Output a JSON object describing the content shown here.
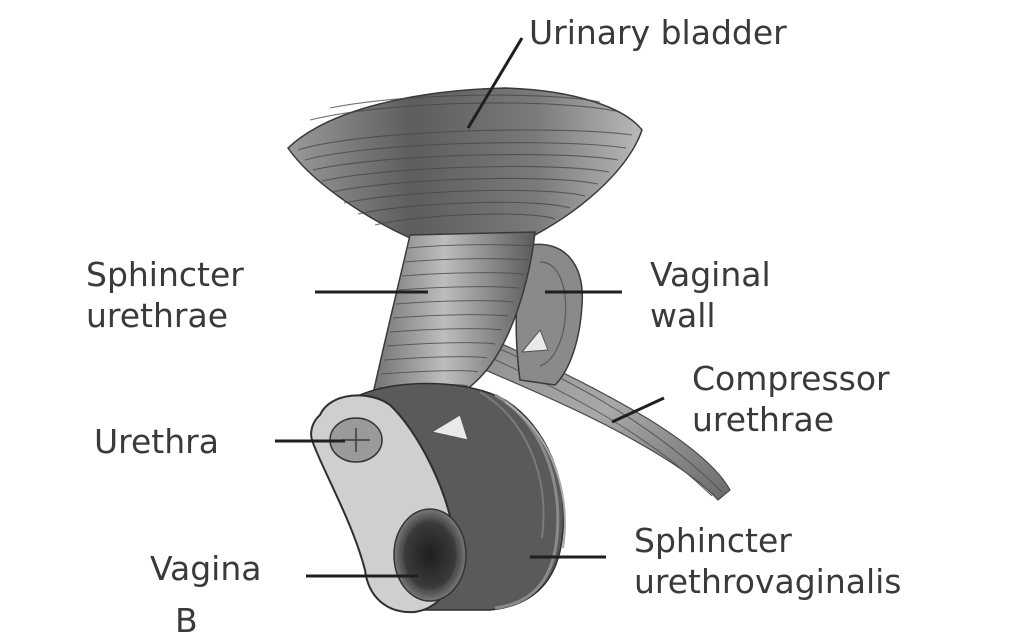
{
  "labels": {
    "urinary_bladder": "Urinary bladder",
    "sphincter_urethrae": [
      "Sphincter",
      "urethrae"
    ],
    "vaginal_wall": [
      "Vaginal",
      "wall"
    ],
    "compressor_urethrae": [
      "Compressor",
      "urethrae"
    ],
    "urethra": "Urethra",
    "vagina": "Vagina",
    "sphincter_urethrovaginalis": [
      "Sphincter",
      "urethrovaginalis"
    ],
    "panel_letter": "B"
  },
  "colors": {
    "text": "#3a3a3a",
    "leader": "#1f1f1f",
    "muscle_dark": "#4a4a4a",
    "muscle_mid": "#8c8c8c",
    "muscle_light": "#c9c9c9"
  }
}
